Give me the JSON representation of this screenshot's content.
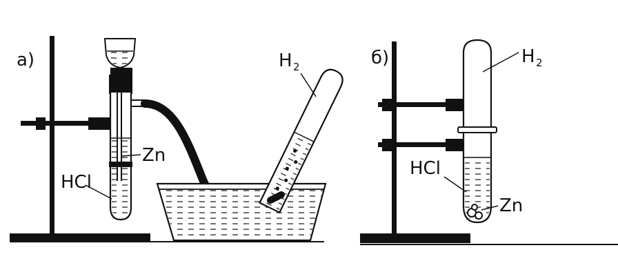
{
  "figure_a": {
    "panel_label": "а)",
    "gas_label": "H",
    "gas_subscript": "2",
    "metal_label": "Zn",
    "acid_label": "HCl"
  },
  "figure_b": {
    "panel_label": "б)",
    "gas_label": "H",
    "gas_subscript": "2",
    "acid_label": "HCl",
    "metal_label": "Zn"
  },
  "colors": {
    "ink": "#111111",
    "paper": "#ffffff"
  }
}
